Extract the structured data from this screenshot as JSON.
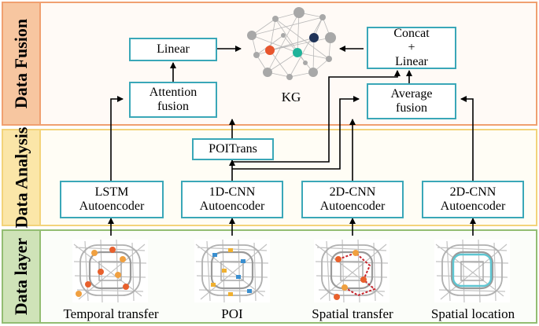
{
  "layers": {
    "fusion": "Data Fusion",
    "analysis": "Data Analysis",
    "data": "Data layer"
  },
  "boxes": {
    "linear": "Linear",
    "attention": [
      "Attention",
      "fusion"
    ],
    "concat": [
      "Concat",
      "+",
      "Linear"
    ],
    "average": [
      "Average",
      "fusion"
    ],
    "poitrans": "POITrans",
    "lstm": [
      "LSTM",
      "Autoencoder"
    ],
    "cnn1d": [
      "1D-CNN",
      "Autoencoder"
    ],
    "cnn2d_a": [
      "2D-CNN",
      "Autoencoder"
    ],
    "cnn2d_b": [
      "2D-CNN",
      "Autoencoder"
    ]
  },
  "kg_label": "KG",
  "inputs": [
    "Temporal transfer",
    "POI",
    "Spatial transfer",
    "Spatial location"
  ],
  "colors": {
    "box_border": "#3aa7b8",
    "fusion_border": "#f0a070",
    "analysis_border": "#f3d37a",
    "data_border": "#93bd72",
    "kg_red": "#e8552d",
    "kg_teal": "#1fb39a",
    "kg_navy": "#1f3358",
    "route": "#c8242c"
  }
}
